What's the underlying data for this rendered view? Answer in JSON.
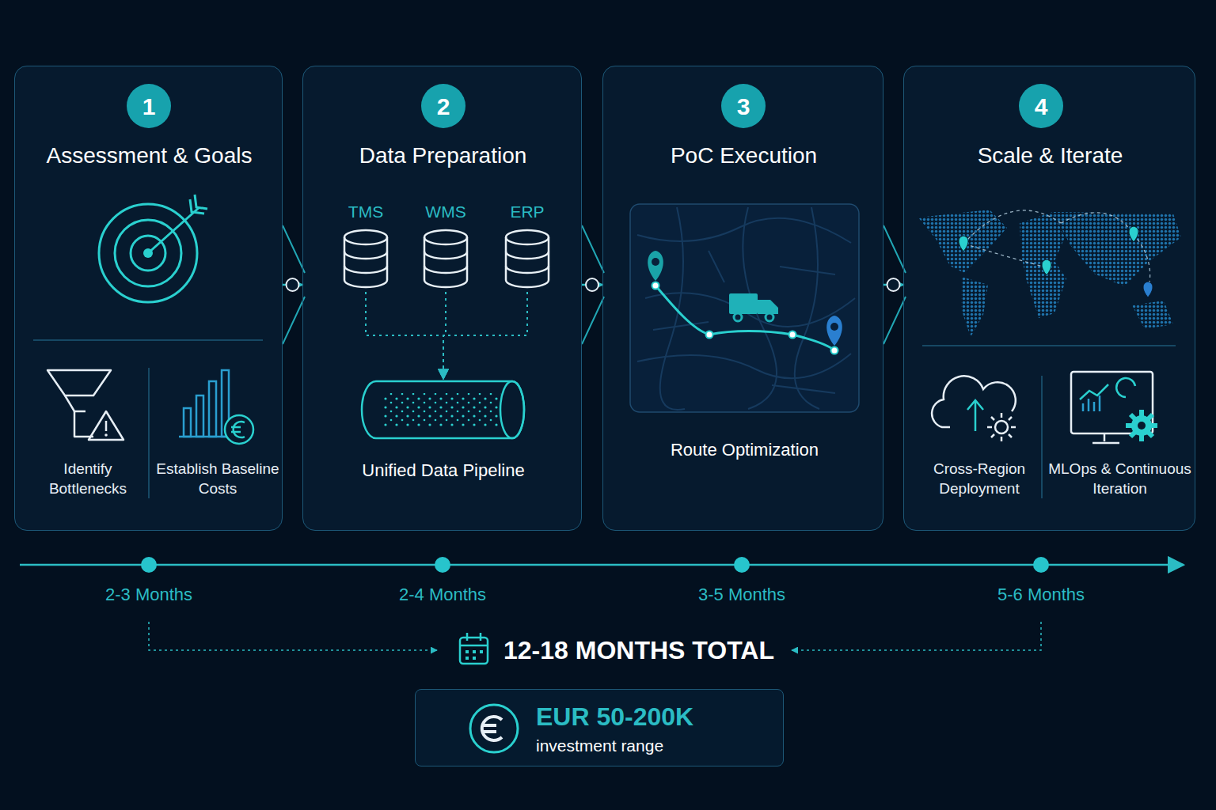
{
  "diagram": {
    "nodes": [
      {
        "text": [
          "Assessment & Goals",
          "Identify Bottlenecks",
          "Establish Baseline Costs"
        ]
      },
      {
        "text": [
          "1"
        ],
        "in": 0
      },
      {
        "text": [
          "Data Preparation"
        ]
      },
      {
        "text": [
          "2"
        ],
        "in": 2
      },
      {
        "text": [
          "TMS"
        ],
        "in": 2
      },
      {
        "text": [
          "WMS"
        ],
        "in": 2
      },
      {
        "text": [
          "ERP"
        ],
        "in": 2
      },
      {
        "text": [
          "Unified Data Pipeline"
        ],
        "in": 2
      },
      {
        "text": [
          "PoC Execution"
        ]
      },
      {
        "text": [
          "3"
        ],
        "in": 8
      },
      {
        "text": [
          "Route Optimization"
        ],
        "in": 8
      },
      {
        "text": [
          "Scale & Iterate",
          "Cross-Region Deployment",
          "MLOps & Continuous Iteration"
        ]
      },
      {
        "text": [
          "4"
        ],
        "in": 11
      },
      {
        "text": [
          "EUR 50-200K",
          "investment range"
        ]
      }
    ],
    "edges": [
      {
        "from": 0,
        "to": 2,
        "arrow": "to"
      },
      {
        "from": 2,
        "to": 8,
        "arrow": "to"
      },
      {
        "from": 8,
        "to": 11,
        "arrow": "to"
      },
      {
        "from": 4,
        "to": 7,
        "arrow": "to"
      },
      {
        "from": 5,
        "to": 7,
        "arrow": "to"
      },
      {
        "from": 6,
        "to": 7,
        "arrow": "to"
      }
    ],
    "labels": [
      "2-3 Months",
      "2-4 Months",
      "3-5 Months",
      "5-6 Months",
      "12-18 MONTHS TOTAL"
    ]
  }
}
